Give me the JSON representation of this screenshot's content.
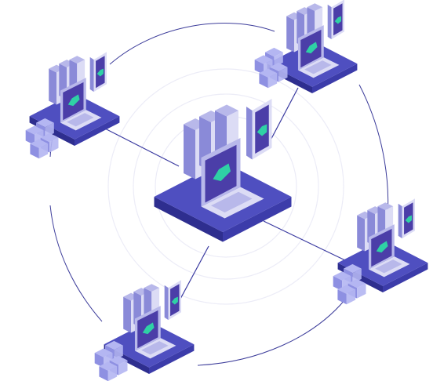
{
  "diagram": {
    "type": "network-topology",
    "colors": {
      "platform_top": "#4f4fc0",
      "platform_side": "#2e2e8f",
      "platform_front": "#3c3caa",
      "device_light": "#dcdcf5",
      "device_mid": "#b8b8ea",
      "device_dark": "#8a8ad8",
      "screen_bg": "#4b3ea8",
      "accent_logo": "#2fd1a5",
      "cube": "#b4b6f2",
      "cube_shade": "#8e90e2",
      "connector": "#3a3aa0",
      "orbit": "#3c3c9a",
      "halo": "#ececf7"
    },
    "icons": {
      "hub": "server-laptop-phone-hub-icon",
      "node": "server-laptop-phone-node-icon",
      "storage": "storage-cubes-icon",
      "logo": "shield-logo-icon"
    },
    "hub": {
      "id": "central-hub"
    },
    "nodes": [
      {
        "id": "top-right"
      },
      {
        "id": "top-left"
      },
      {
        "id": "right"
      },
      {
        "id": "bottom"
      }
    ]
  }
}
